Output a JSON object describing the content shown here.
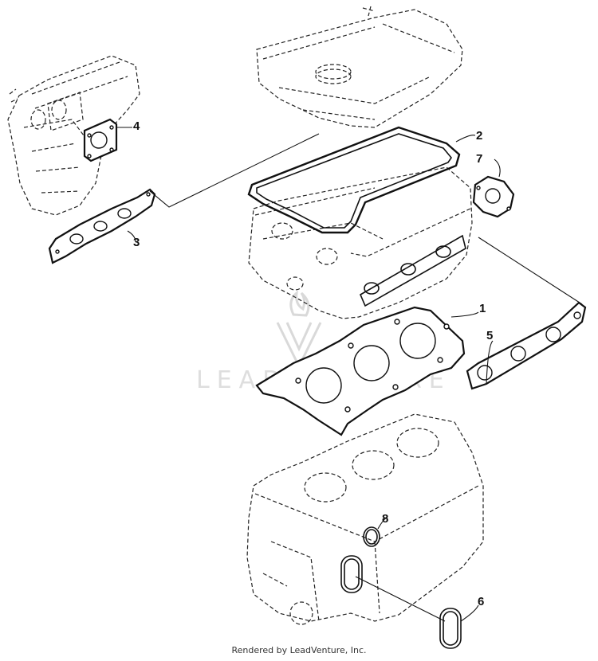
{
  "diagram": {
    "callouts": [
      "1",
      "2",
      "3",
      "4",
      "5",
      "6",
      "7",
      "8"
    ],
    "watermark_text": "LEADVENTURE",
    "footer": "Rendered by LeadVenture, Inc."
  }
}
